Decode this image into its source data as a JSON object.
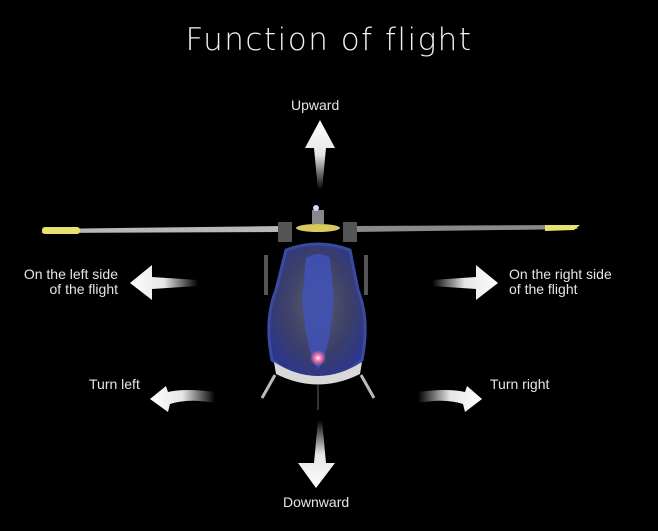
{
  "title": "Function of flight",
  "labels": {
    "upward": "Upward",
    "downward": "Downward",
    "left_side_line1": "On the left side",
    "left_side_line2": "of the flight",
    "right_side_line1": "On the right side",
    "right_side_line2": "of the flight",
    "turn_left": "Turn left",
    "turn_right": "Turn right"
  },
  "colors": {
    "background": "#000000",
    "text": "#e8e8e8",
    "arrow": "#ffffff",
    "blade_tip": "#e8e070",
    "body_blue": "#3a4aa0"
  }
}
